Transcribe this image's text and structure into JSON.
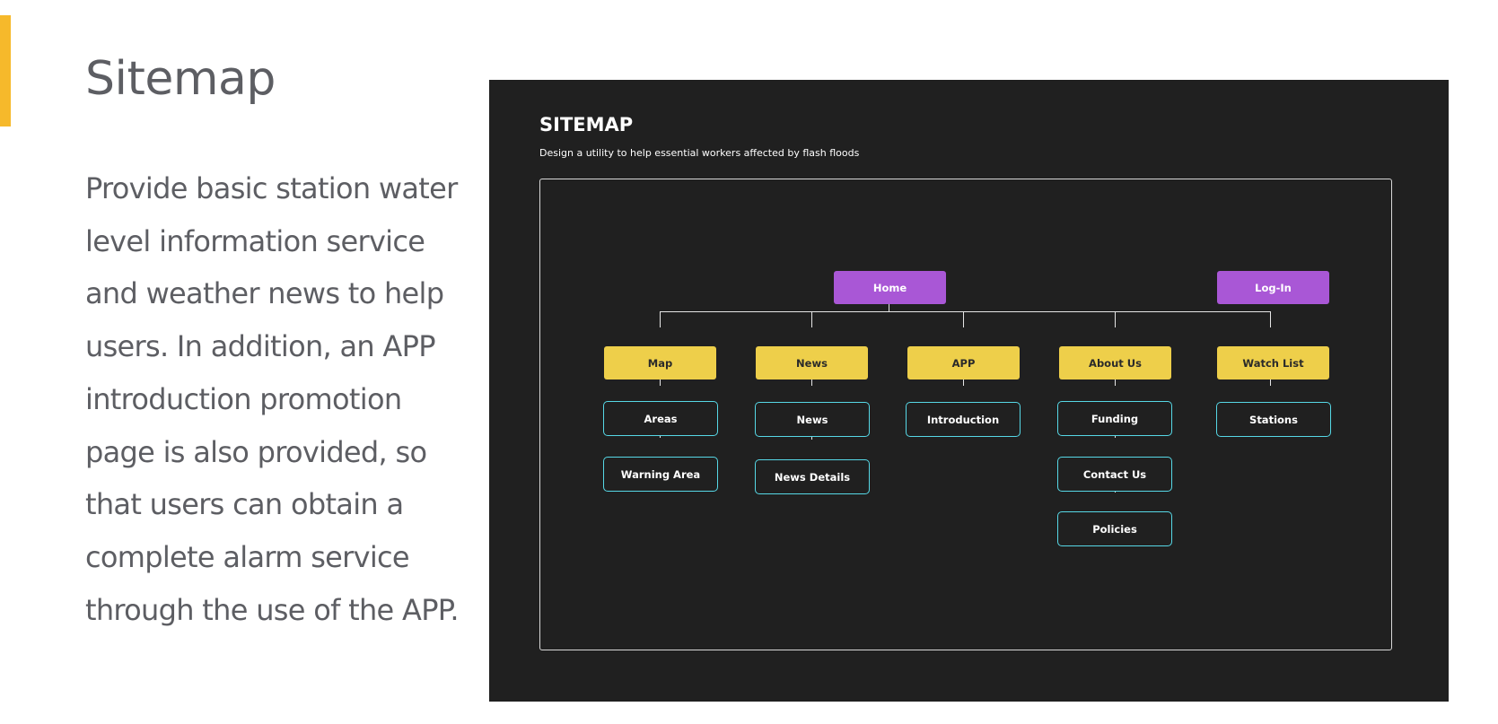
{
  "page": {
    "title": "Sitemap",
    "description_lines": [
      "Provide basic station water",
      "level information service",
      "and weather news to help",
      "users. In addition, an APP",
      "introduction promotion",
      "page is also provided, so",
      "that users can obtain a",
      "complete alarm service",
      "through the use of the APP."
    ]
  },
  "sitemap": {
    "title": "SITEMAP",
    "subtitle": "Design a utility to help essential workers affected by flash floods",
    "top_nodes": {
      "home": "Home",
      "login": "Log-In"
    },
    "sections": [
      {
        "label": "Map",
        "children": [
          "Areas",
          "Warning Area"
        ]
      },
      {
        "label": "News",
        "children": [
          "News",
          "News Details"
        ]
      },
      {
        "label": "APP",
        "children": [
          "Introduction"
        ]
      },
      {
        "label": "About Us",
        "children": [
          "Funding",
          "Contact Us",
          "Policies"
        ]
      },
      {
        "label": "Watch List",
        "children": [
          "Stations"
        ]
      }
    ]
  },
  "colors": {
    "accent_bar": "#f6b92b",
    "panel_background": "#202020",
    "primary_node": "#a957d6",
    "section_node": "#eecf4a",
    "page_node_border": "#56d8e6",
    "body_text": "#5d5e63"
  }
}
